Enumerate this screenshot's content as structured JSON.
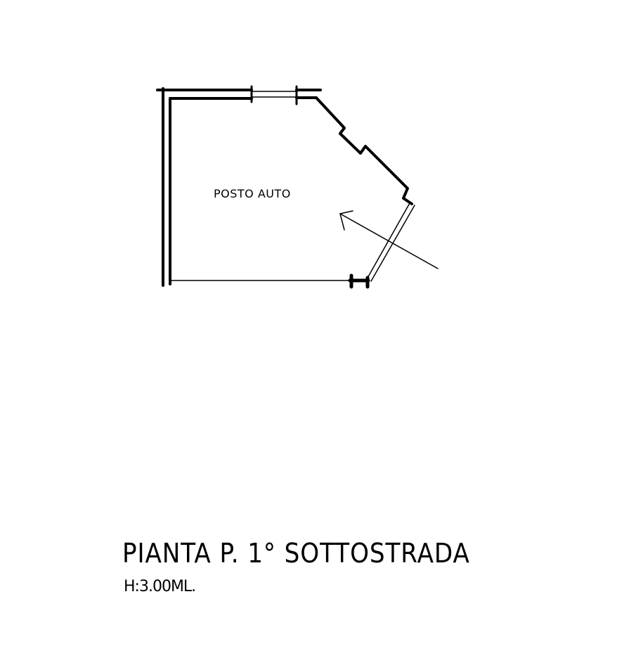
{
  "plan": {
    "room_label": "POSTO AUTO",
    "title": "PIANTA P. 1° SOTTOSTRADA",
    "height_note": "H:3.00ML."
  },
  "colors": {
    "ink": "#000000",
    "paper": "#ffffff"
  }
}
